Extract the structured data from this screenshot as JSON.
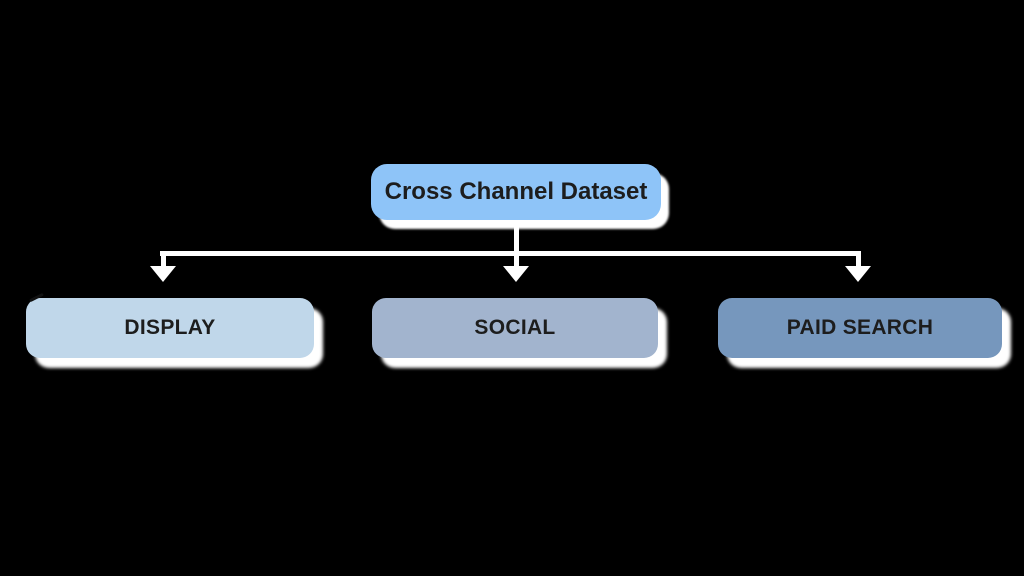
{
  "diagram": {
    "root": {
      "label": "Cross Channel Dataset",
      "fill": "#8ec4f8"
    },
    "children": [
      {
        "label": "DISPLAY",
        "fill": "#c0d7ea"
      },
      {
        "label": "SOCIAL",
        "fill": "#a2b4ce"
      },
      {
        "label": "PAID SEARCH",
        "fill": "#7697bd"
      }
    ],
    "colors": {
      "background": "#000000",
      "connector": "#ffffff",
      "shadow": "#ffffff",
      "text": "#1d1d1d"
    }
  }
}
